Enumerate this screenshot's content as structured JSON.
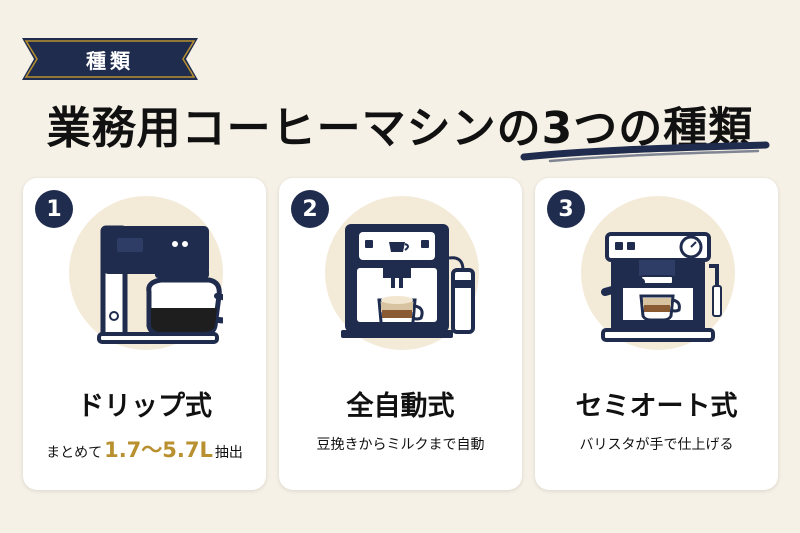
{
  "tag": {
    "label": "種類"
  },
  "title": {
    "text": "業務用コーヒーマシンの3つの種類"
  },
  "colors": {
    "navy": "#1f2c4e",
    "gold": "#b8902f",
    "background": "#f6f1e6",
    "circle": "#f3ead8"
  },
  "cards": [
    {
      "number": "1",
      "icon": "drip-coffee-maker-icon",
      "title": "ドリップ式",
      "desc_before": "まとめて",
      "desc_highlight": "1.7〜5.7L",
      "desc_after": "抽出"
    },
    {
      "number": "2",
      "icon": "fully-automatic-espresso-machine-icon",
      "title": "全自動式",
      "desc": "豆挽きからミルクまで自動"
    },
    {
      "number": "3",
      "icon": "semi-automatic-espresso-machine-icon",
      "title": "セミオート式",
      "desc": "バリスタが手で仕上げる"
    }
  ]
}
